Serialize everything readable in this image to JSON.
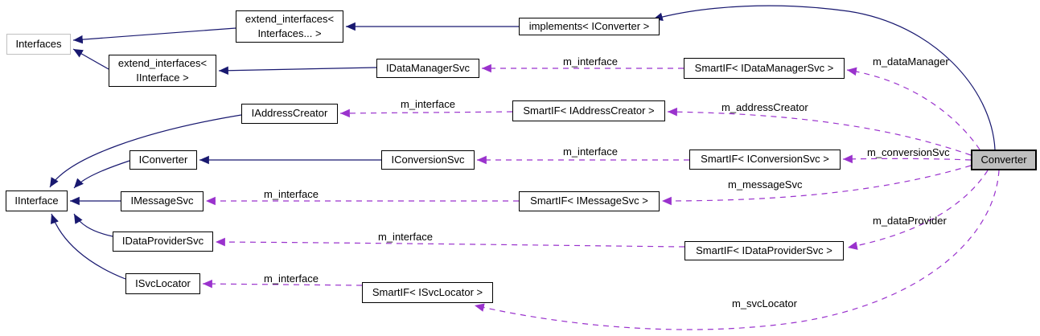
{
  "colors": {
    "edge_inheritance": "#191970",
    "edge_usage": "#9a32cd",
    "node_border": "#000000",
    "node_bg": "#ffffff",
    "current_node_bg": "#bfbfbf",
    "external_node_border": "#c0c0c0",
    "text_color": "#000000",
    "canvas_bg": "#ffffff"
  },
  "nodes": {
    "interfaces": {
      "label": "Interfaces"
    },
    "extend_interfaces_interfaces": {
      "label": "extend_interfaces<\nInterfaces... >"
    },
    "extend_interfaces_iinterface": {
      "label": "extend_interfaces<\nIInterface >"
    },
    "implements_iconverter": {
      "label": "implements< IConverter >"
    },
    "idatamanagersvc": {
      "label": "IDataManagerSvc"
    },
    "smartif_idatamanagersvc": {
      "label": "SmartIF< IDataManagerSvc >"
    },
    "iaddresscreator": {
      "label": "IAddressCreator"
    },
    "smartif_iaddresscreator": {
      "label": "SmartIF< IAddressCreator >"
    },
    "iconverter": {
      "label": "IConverter"
    },
    "iconversionsvc": {
      "label": "IConversionSvc"
    },
    "smartif_iconversionsvc": {
      "label": "SmartIF< IConversionSvc >"
    },
    "converter": {
      "label": "Converter"
    },
    "iinterface": {
      "label": "IInterface"
    },
    "imessagesvc": {
      "label": "IMessageSvc"
    },
    "smartif_imessagesvc": {
      "label": "SmartIF< IMessageSvc >"
    },
    "idataprovidersvc": {
      "label": "IDataProviderSvc"
    },
    "smartif_idataprovidersvc": {
      "label": "SmartIF< IDataProviderSvc >"
    },
    "isvclocator": {
      "label": "ISvcLocator"
    },
    "smartif_isvclocator": {
      "label": "SmartIF< ISvcLocator >"
    }
  },
  "edges": [
    {
      "from": "extend_interfaces_interfaces",
      "to": "interfaces",
      "type": "inheritance",
      "label": ""
    },
    {
      "from": "extend_interfaces_iinterface",
      "to": "interfaces",
      "type": "inheritance",
      "label": ""
    },
    {
      "from": "implements_iconverter",
      "to": "extend_interfaces_interfaces",
      "type": "inheritance",
      "label": ""
    },
    {
      "from": "converter",
      "to": "implements_iconverter",
      "type": "inheritance",
      "label": ""
    },
    {
      "from": "idatamanagersvc",
      "to": "extend_interfaces_iinterface",
      "type": "inheritance",
      "label": ""
    },
    {
      "from": "iaddresscreator",
      "to": "iinterface",
      "type": "inheritance",
      "label": ""
    },
    {
      "from": "iconverter",
      "to": "iinterface",
      "type": "inheritance",
      "label": ""
    },
    {
      "from": "imessagesvc",
      "to": "iinterface",
      "type": "inheritance",
      "label": ""
    },
    {
      "from": "idataprovidersvc",
      "to": "iinterface",
      "type": "inheritance",
      "label": ""
    },
    {
      "from": "isvclocator",
      "to": "iinterface",
      "type": "inheritance",
      "label": ""
    },
    {
      "from": "iconversionsvc",
      "to": "iconverter",
      "type": "inheritance",
      "label": ""
    },
    {
      "from": "smartif_idatamanagersvc",
      "to": "idatamanagersvc",
      "type": "usage",
      "label": "m_interface"
    },
    {
      "from": "converter",
      "to": "smartif_idatamanagersvc",
      "type": "usage",
      "label": "m_dataManager"
    },
    {
      "from": "smartif_iaddresscreator",
      "to": "iaddresscreator",
      "type": "usage",
      "label": "m_interface"
    },
    {
      "from": "converter",
      "to": "smartif_iaddresscreator",
      "type": "usage",
      "label": "m_addressCreator"
    },
    {
      "from": "smartif_iconversionsvc",
      "to": "iconversionsvc",
      "type": "usage",
      "label": "m_interface"
    },
    {
      "from": "converter",
      "to": "smartif_iconversionsvc",
      "type": "usage",
      "label": "m_conversionSvc"
    },
    {
      "from": "smartif_imessagesvc",
      "to": "imessagesvc",
      "type": "usage",
      "label": "m_interface"
    },
    {
      "from": "converter",
      "to": "smartif_imessagesvc",
      "type": "usage",
      "label": "m_messageSvc"
    },
    {
      "from": "smartif_idataprovidersvc",
      "to": "idataprovidersvc",
      "type": "usage",
      "label": "m_interface"
    },
    {
      "from": "converter",
      "to": "smartif_idataprovidersvc",
      "type": "usage",
      "label": "m_dataProvider"
    },
    {
      "from": "smartif_isvclocator",
      "to": "isvclocator",
      "type": "usage",
      "label": "m_interface"
    },
    {
      "from": "converter",
      "to": "smartif_isvclocator",
      "type": "usage",
      "label": "m_svcLocator"
    }
  ]
}
